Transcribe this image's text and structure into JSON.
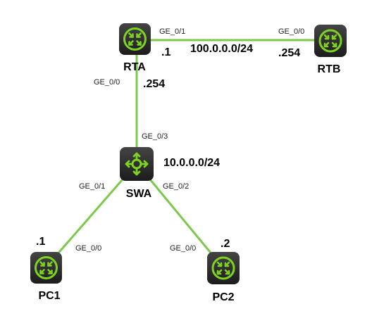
{
  "colors": {
    "link": "#7cc84a",
    "device_bg": "#2a2a2a",
    "device_bg_light": "#3c3c3c",
    "icon": "#7ed321"
  },
  "devices": {
    "rta": {
      "name": "RTA",
      "icon": "router-icon"
    },
    "rtb": {
      "name": "RTB",
      "icon": "router-icon"
    },
    "swa": {
      "name": "SWA",
      "icon": "switch-icon"
    },
    "pc1": {
      "name": "PC1",
      "icon": "router-icon"
    },
    "pc2": {
      "name": "PC2",
      "icon": "router-icon"
    }
  },
  "ports": {
    "rta_to_rtb": "GE_0/1",
    "rtb_to_rta": "GE_0/0",
    "rta_to_swa": "GE_0/0",
    "swa_to_rta": "GE_0/3",
    "swa_to_pc1": "GE_0/1",
    "swa_to_pc2": "GE_0/2",
    "pc1_to_swa": "GE_0/0",
    "pc2_to_swa": "GE_0/0"
  },
  "networks": {
    "wan": "100.0.0.0/24",
    "lan": "10.0.0.0/24"
  },
  "addresses": {
    "rta_wan": ".1",
    "rtb_wan": ".254",
    "rta_lan": ".254",
    "pc1": ".1",
    "pc2": ".2"
  }
}
